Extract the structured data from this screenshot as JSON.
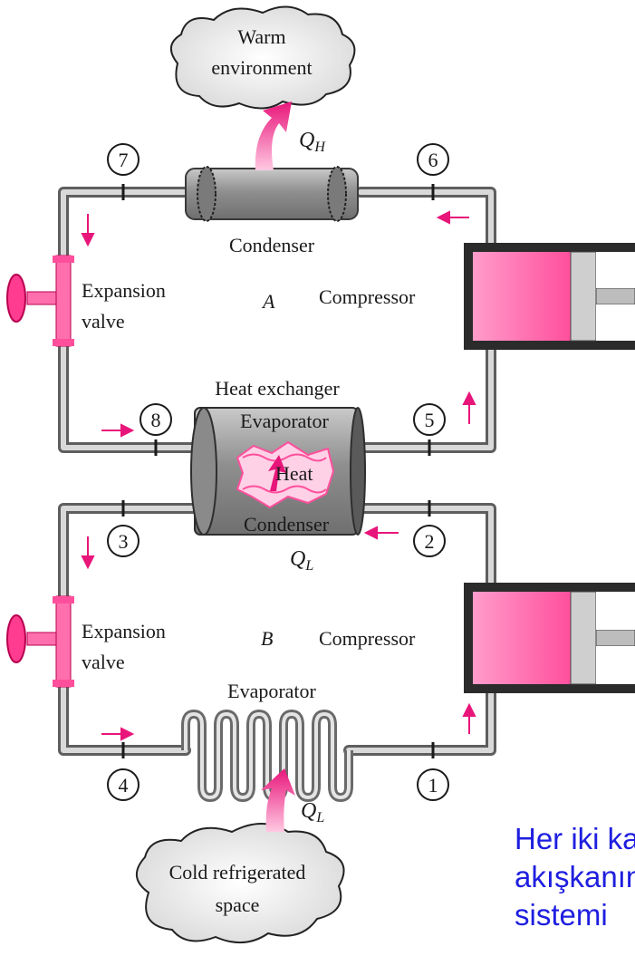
{
  "colors": {
    "pipe": "#8e8e8e",
    "pink": "#ff5aa0",
    "arrow": "#e8157a",
    "cylinder": "#ff7fb8",
    "body": "#9a9a9a"
  },
  "labels": {
    "warm_env_line1": "Warm",
    "warm_env_line2": "environment",
    "q_h": "Q",
    "q_h_sub": "H",
    "condenser": "Condenser",
    "expansion_valve_a_line1": "Expansion",
    "expansion_valve_a_line2": "valve",
    "cycle_a": "A",
    "compressor_a": "Compressor",
    "heat_exchanger": "Heat exchanger",
    "hx_evaporator": "Evaporator",
    "hx_heat": "Heat",
    "hx_condenser": "Condenser",
    "q_l_mid": "Q",
    "q_l_mid_sub": "L",
    "expansion_valve_b_line1": "Expansion",
    "expansion_valve_b_line2": "valve",
    "cycle_b": "B",
    "compressor_b": "Compressor",
    "evaporator": "Evaporator",
    "q_l_bottom": "Q",
    "q_l_bottom_sub": "L",
    "cold_space_line1": "Cold refrigerated",
    "cold_space_line2": "space"
  },
  "state_points": [
    "1",
    "2",
    "3",
    "4",
    "5",
    "6",
    "7",
    "8"
  ],
  "caption": {
    "line1": "Her iki kad",
    "line2": "akışkanın",
    "line3": "sistemi"
  }
}
